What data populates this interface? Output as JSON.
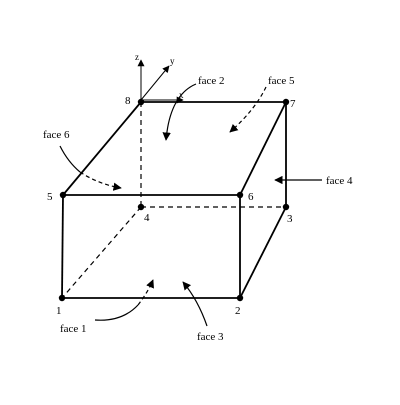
{
  "vertex_labels": {
    "v1": "1",
    "v2": "2",
    "v3": "3",
    "v4": "4",
    "v5": "5",
    "v6": "6",
    "v7": "7",
    "v8": "8"
  },
  "face_labels": {
    "face1": "face 1",
    "face2": "face 2",
    "face3": "face 3",
    "face4": "face 4",
    "face5": "face 5",
    "face6": "face 6"
  },
  "axis_labels": {
    "x": "x",
    "y": "y",
    "z": "z"
  },
  "colors": {
    "line": "#000000",
    "background": "#ffffff"
  }
}
